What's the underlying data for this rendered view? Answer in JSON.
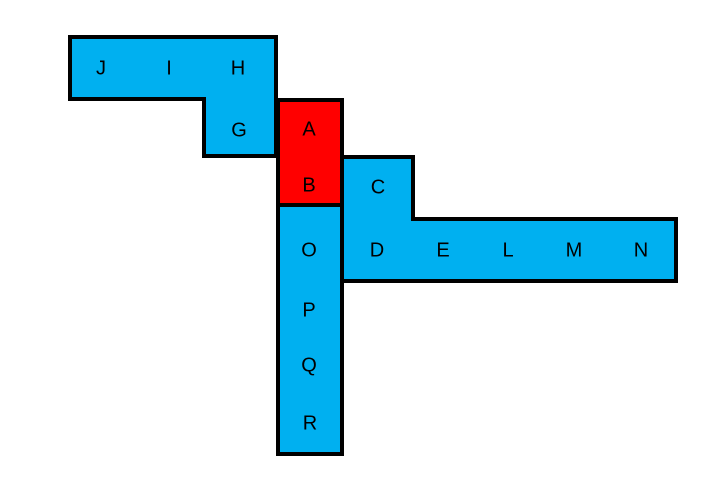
{
  "colors": {
    "blue": "#00B0F0",
    "red": "#FF0000",
    "outline": "#000000",
    "background": "#FFFFFF"
  },
  "cells": {
    "J": "J",
    "I": "I",
    "H": "H",
    "G": "G",
    "A": "A",
    "B": "B",
    "C": "C",
    "D": "D",
    "E": "E",
    "L": "L",
    "M": "M",
    "N": "N",
    "O": "O",
    "P": "P",
    "Q": "Q",
    "R": "R"
  }
}
